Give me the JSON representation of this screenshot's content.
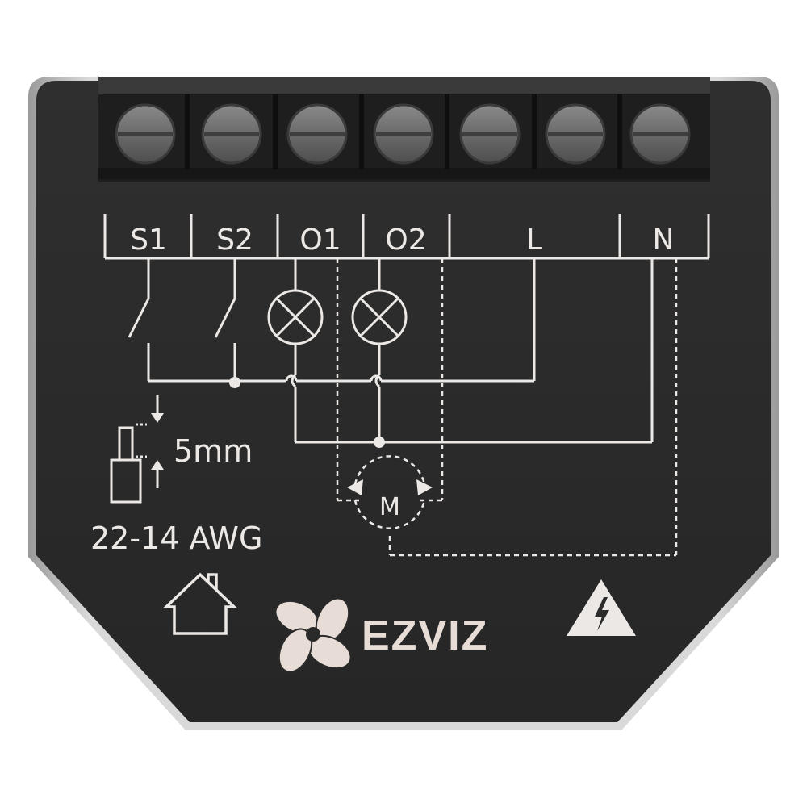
{
  "product": {
    "brand": "EZVIZ",
    "terminals": [
      "S1",
      "S2",
      "O1",
      "O2",
      "L",
      "N"
    ],
    "motor_label": "M",
    "strip_length": "5mm",
    "wire_gauge": "22-14 AWG",
    "icons": [
      "house-icon",
      "ezviz-fan-logo",
      "high-voltage-warning-icon"
    ]
  },
  "colors": {
    "housing": "#2b2b2b",
    "terminal_block": "#1f1f1f",
    "screw": "#6d6d6d",
    "print": "#ece8e6",
    "frame_silver": "#c8c8c8"
  }
}
